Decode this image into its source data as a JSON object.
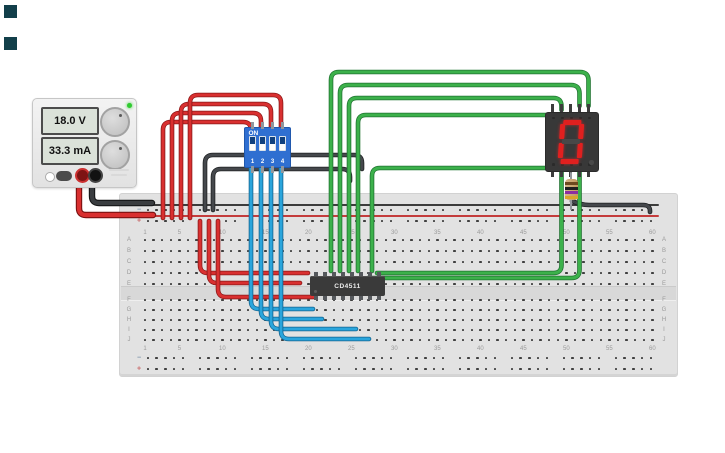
{
  "ui_fragment_color": "#123f4a",
  "power_supply": {
    "voltage_display": "18.0 V",
    "current_display": "33.3 mA"
  },
  "dip_switch": {
    "on_label": "ON",
    "position_labels": [
      "1",
      "2",
      "3",
      "4"
    ]
  },
  "ic": {
    "part_label": "CD4511"
  },
  "seven_segment": {
    "digit": "0",
    "segment_on_color": "#e0201f",
    "segment_off_color": "#484848"
  },
  "resistor": {
    "band_colors": [
      "#6d4a1f",
      "#1f1f1f",
      "#8b2fa0",
      "#d8a62a"
    ]
  },
  "breadboard": {
    "row_letters_top": [
      "A",
      "B",
      "C",
      "D",
      "E"
    ],
    "row_letters_bottom": [
      "F",
      "G",
      "H",
      "I",
      "J"
    ],
    "column_labels": [
      "1",
      "5",
      "10",
      "15",
      "20",
      "25",
      "30",
      "35",
      "40",
      "45",
      "50",
      "55",
      "60"
    ],
    "minus_symbol": "−",
    "plus_symbol": "+",
    "minus_color": "#7d93a8",
    "plus_color": "#c96a6a"
  },
  "wire_colors": {
    "red": "#d93030",
    "red_outline": "#8c1717",
    "green": "#3cb14b",
    "green_outline": "#1f7330",
    "blue": "#2aa5dc",
    "blue_outline": "#11638f",
    "black": "#45484c",
    "black_outline": "#1e2022",
    "supply_red": "#d93030",
    "supply_red_outline": "#7a1010",
    "supply_black": "#3a3d40",
    "supply_black_outline": "#151617"
  }
}
